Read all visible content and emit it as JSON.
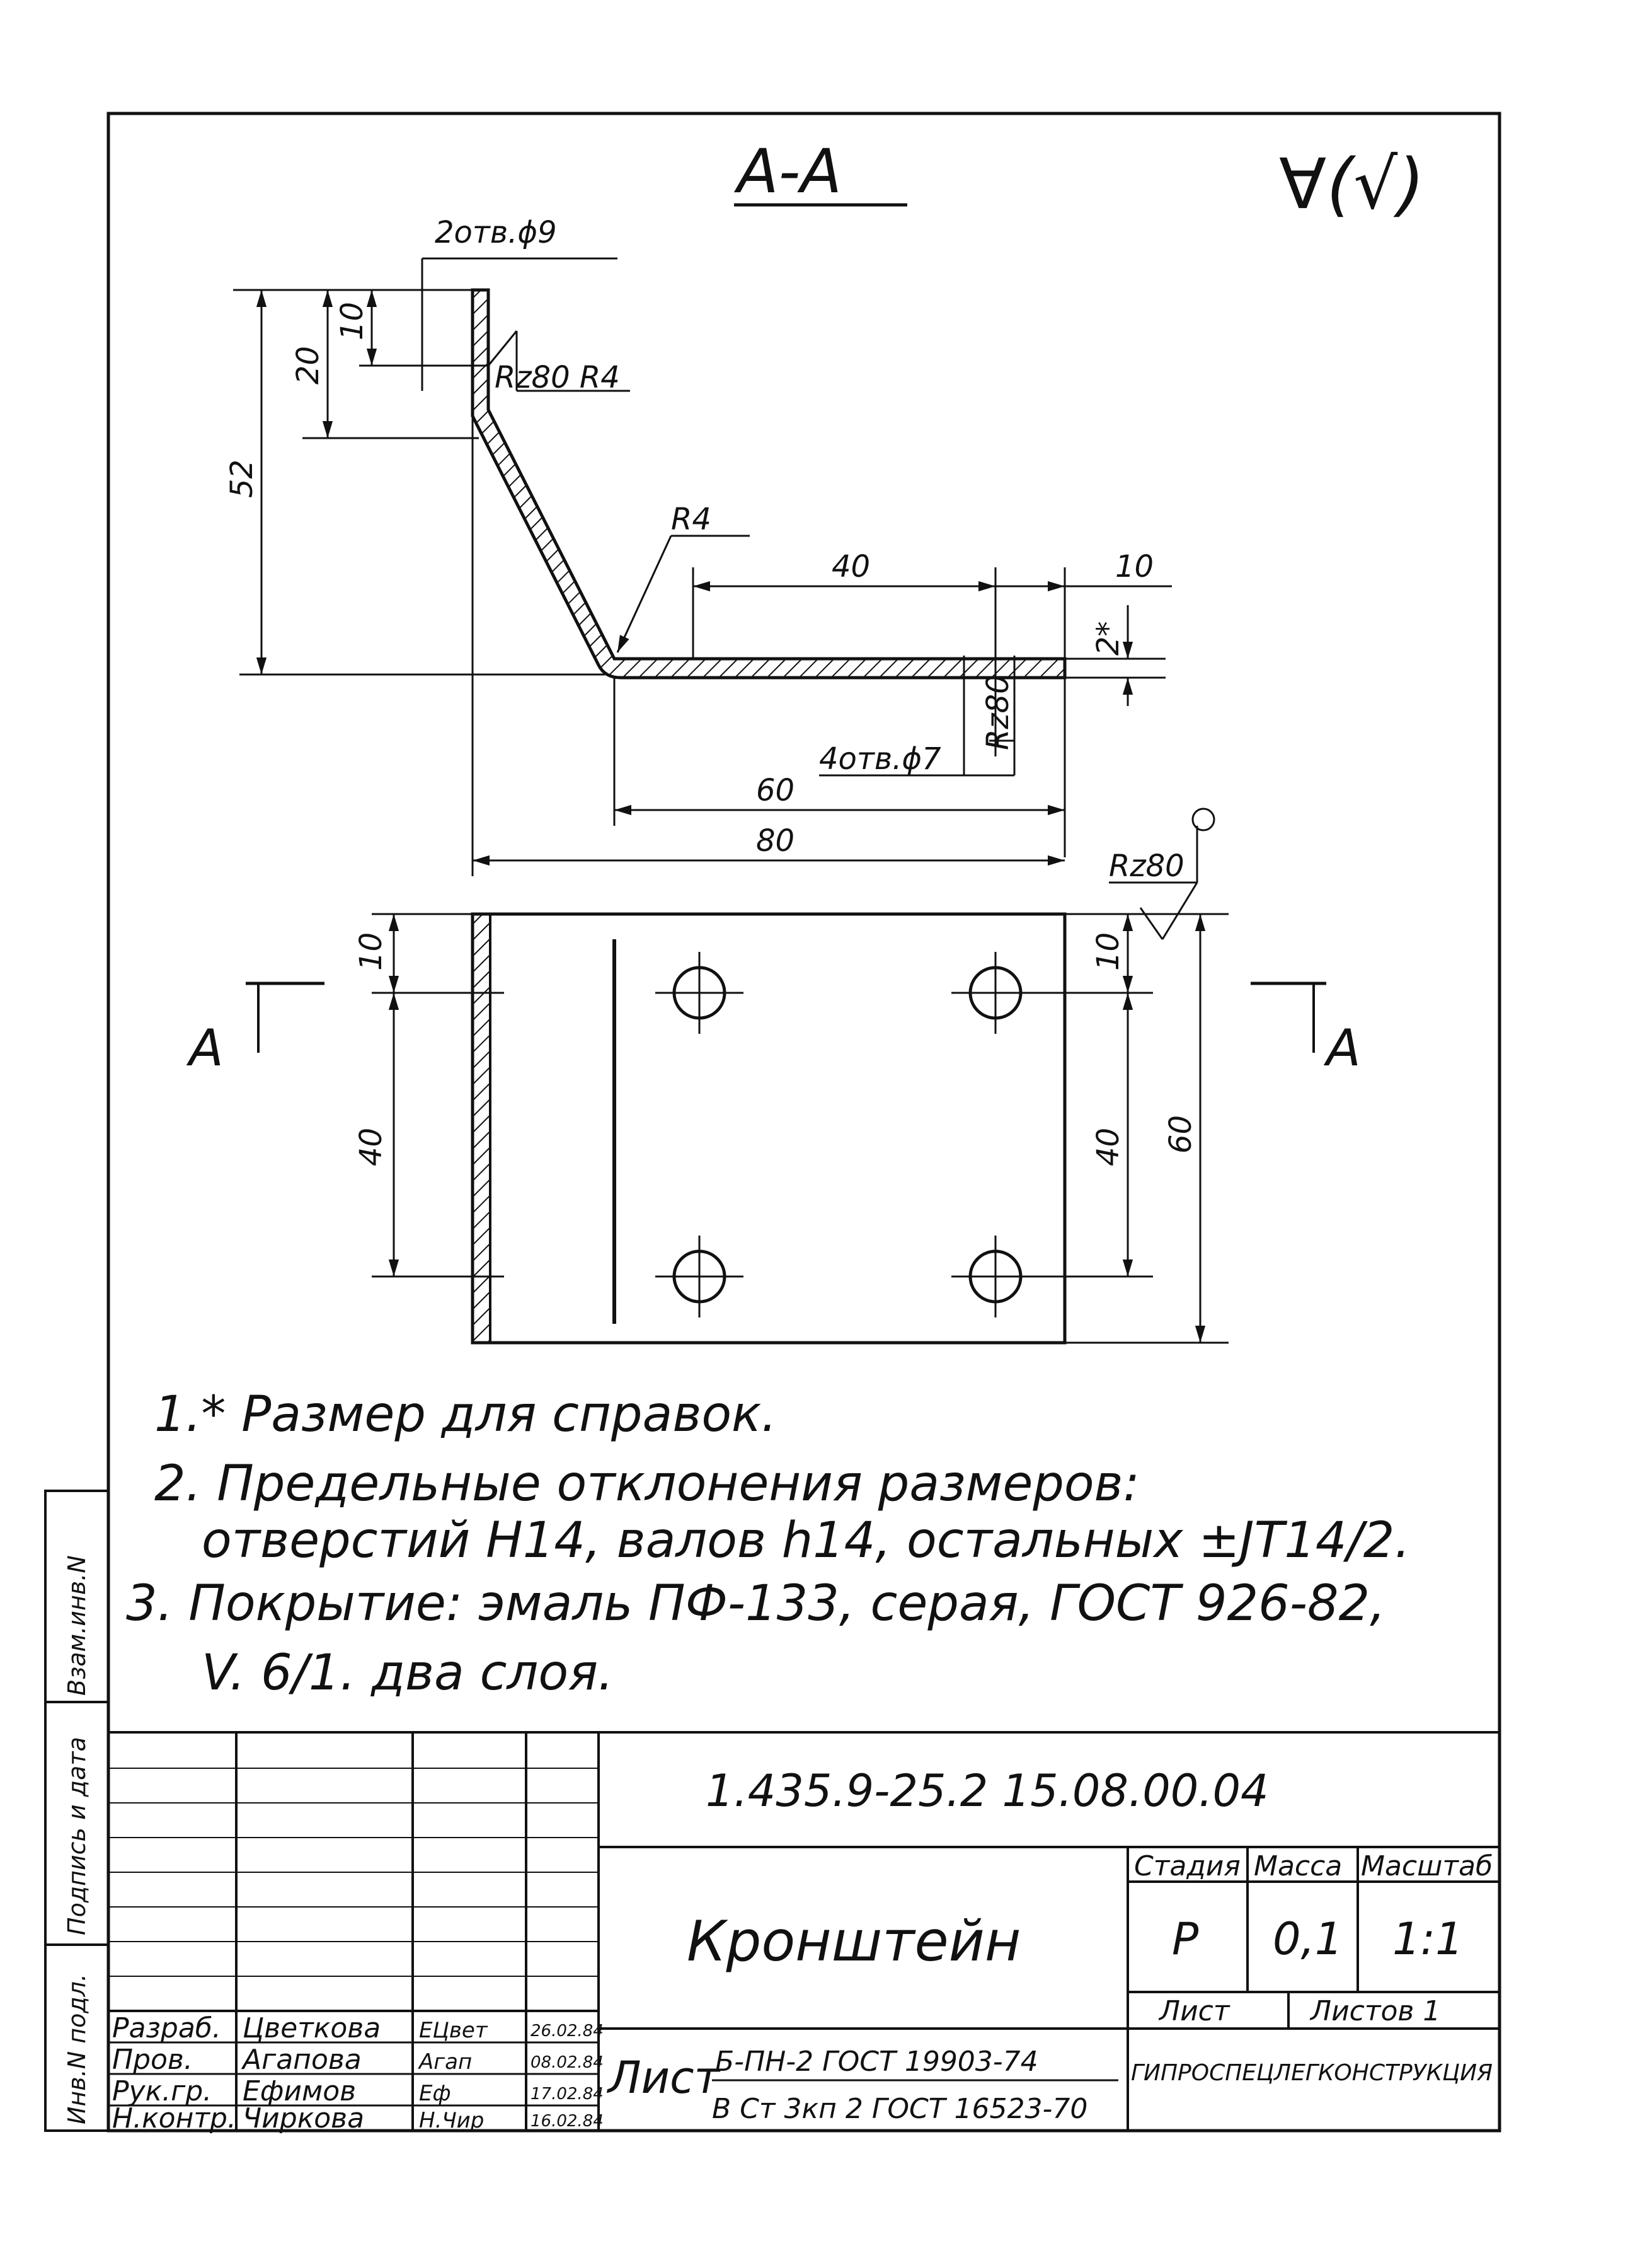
{
  "section_label": "А-А",
  "roughness_symbol": "∀(√)",
  "dims": {
    "holes_top": "2отв.ϕ9",
    "rz_r4": "Rz80 R4",
    "r4": "R4",
    "d20": "20",
    "d10_top": "10",
    "d52": "52",
    "d40_top": "40",
    "d10_right": "10",
    "d2_ref": "2*",
    "holes_bottom": "4отв.ϕ7",
    "rz80_vertical": "Rz80",
    "d60_sec": "60",
    "d80": "80",
    "rz80_surface": "Rz80",
    "plan_10_left": "10",
    "plan_40_left": "40",
    "plan_10_right": "10",
    "plan_40_right": "40",
    "plan_60": "60",
    "cut_left": "А",
    "cut_right": "А"
  },
  "notes": [
    "1.* Размер для справок.",
    "2. Предельные отклонения размеров:",
    "отверстий H14, валов h14, остальных ±JT14/2.",
    "3. Покрытие: эмаль ПФ-133, серая, ГОСТ 926-82,",
    "V. 6/1. два слоя."
  ],
  "side_labels": [
    "Инв.N подл.",
    "Подпись и дата",
    "Взам.инв.N"
  ],
  "title_block": {
    "code": "1.435.9-25.2 15.08.00.04",
    "name": "Кронштейн",
    "stage_label": "Стадия",
    "mass_label": "Масса",
    "scale_label": "Масштаб",
    "stage": "Р",
    "mass": "0,1",
    "scale": "1:1",
    "sheet_label": "Лист",
    "sheets_label": "Листов 1",
    "material_prefix": "Лист",
    "material_top": "Б-ПН-2 ГОСТ 19903-74",
    "material_bottom": "В Ст 3кп 2 ГОСТ 16523-70",
    "organization": "ГИПРОСПЕЦЛЕГКОНСТРУКЦИЯ",
    "staff": [
      {
        "role": "Разраб.",
        "name": "Цветкова",
        "sign": "ЕЦвет",
        "date": "26.02.84"
      },
      {
        "role": "Пров.",
        "name": "Агапова",
        "sign": "Агап",
        "date": "08.02.84"
      },
      {
        "role": "Рук.гр.",
        "name": "Ефимов",
        "sign": "Еф",
        "date": "17.02.84"
      },
      {
        "role": "Н.контр.",
        "name": "Чиркова",
        "sign": "Н.Чир",
        "date": "16.02.84"
      }
    ]
  }
}
